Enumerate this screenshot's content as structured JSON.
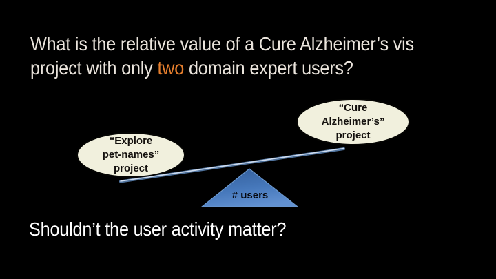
{
  "slide": {
    "background_color": "#000000",
    "title": {
      "line1": "What is the relative value of a Cure Alzheimer’s vis",
      "line2_pre": "project with only ",
      "line2_highlight": "two",
      "line2_post": " domain expert users?",
      "text_color": "#EAE4DC",
      "highlight_color": "#E57E2D"
    },
    "diagram": {
      "left_bubble": {
        "line1": "“Explore",
        "line2": "pet-names”",
        "line3": "project",
        "fill_color": "#F1F0DD",
        "border_color": "#000000"
      },
      "right_bubble": {
        "line1": "“Cure",
        "line2": "Alzheimer’s”",
        "line3": "project",
        "fill_color": "#F1F0DD",
        "border_color": "#000000"
      },
      "fulcrum_label": "# users",
      "fulcrum_color": "#4678BB",
      "lever_color": "#A9BFE0"
    },
    "question": "Shouldn’t the user activity matter?"
  }
}
